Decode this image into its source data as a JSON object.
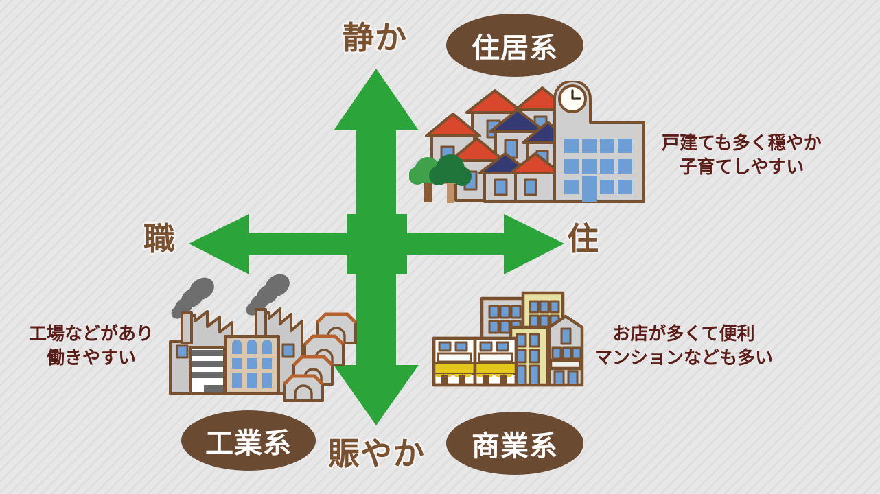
{
  "diagram": {
    "title_concept": "住環境の用途地域マトリクス",
    "accent_green": "#2ba43a",
    "tag_brown": "#6b4a32",
    "label_brown": "#7a512f",
    "desc_color": "#5b1d18",
    "background": "#e7e7e7"
  },
  "axes": {
    "top_label": "静か",
    "bottom_label": "賑やか",
    "left_label": "職",
    "right_label": "住"
  },
  "tags": {
    "residential": "住居系",
    "commercial": "商業系",
    "industrial": "工業系"
  },
  "descriptions": {
    "residential_line1": "戸建ても多く穏やか",
    "residential_line2": "子育てしやすい",
    "industrial_line1": "工場などがあり",
    "industrial_line2": "働きやすい",
    "commercial_line1": "お店が多くて便利",
    "commercial_line2": "マンションなども多い"
  },
  "illustrations": {
    "residential": {
      "name": "houses-and-school-illustration",
      "items": [
        "house-red-roof",
        "house-navy-roof",
        "tree",
        "school-with-clock"
      ],
      "roof_red": "#d9472c",
      "roof_navy": "#343a74",
      "wall_grey": "#cfcfcf",
      "window_blue": "#6e9ed6",
      "tree_green": "#35a03f",
      "tree_trunk": "#8a5a33",
      "outline": "#7a512f"
    },
    "industrial": {
      "name": "factory-illustration",
      "items": [
        "sawtooth-factory",
        "smokestack",
        "smoke-plume",
        "office-block",
        "warehouse"
      ],
      "wall_grey": "#c8c8c8",
      "wall_tan": "#dac7ad",
      "smoke_grey": "#6e6e6e",
      "window_blue": "#6e9ed6",
      "warehouse_roof": "#b5622c",
      "outline": "#7a512f"
    },
    "commercial": {
      "name": "shops-and-apartments-illustration",
      "items": [
        "shop-with-awning",
        "apartment-grey",
        "apartment-yellow",
        "gabled-building"
      ],
      "awning_yellow": "#e3c71e",
      "wall_yellow": "#e5e2a4",
      "wall_grey": "#cfcfcf",
      "window_blue": "#6e9ed6",
      "outline": "#7a512f"
    }
  }
}
